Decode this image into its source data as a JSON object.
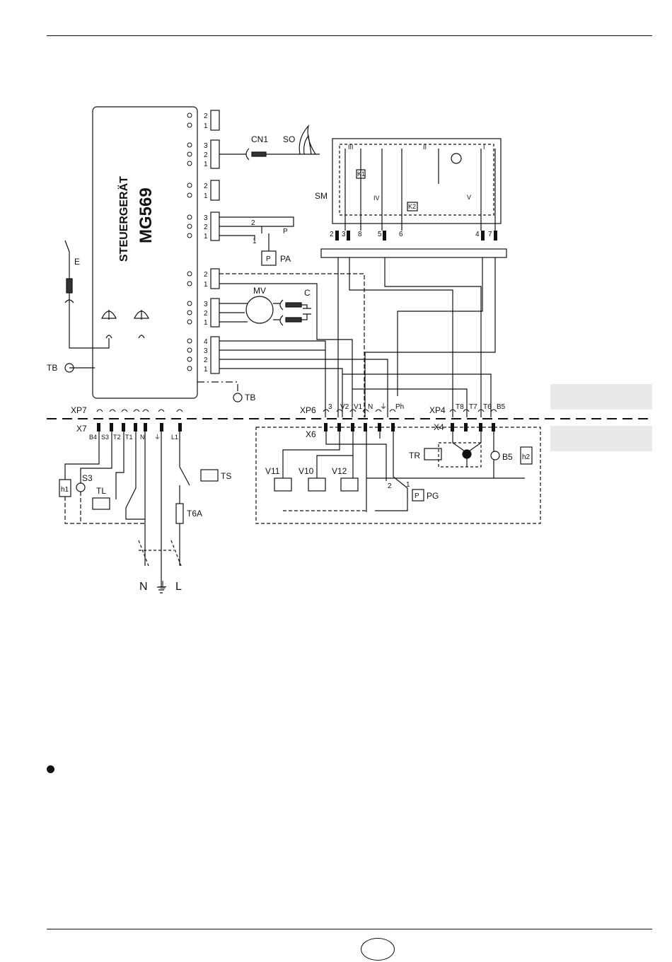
{
  "controller": {
    "title": "STEUERGERÄT",
    "model": "MG569"
  },
  "labels": {
    "cn1": "CN1",
    "so": "SO",
    "sm": "SM",
    "e": "E",
    "tb_left": "TB",
    "tb_mid": "TB",
    "mv": "MV",
    "c": "C",
    "pa": "PA",
    "p": "P",
    "k1": "K1",
    "k2": "K2",
    "iii": "III",
    "ii": "II",
    "i": "I",
    "iv": "IV",
    "v": "V",
    "xp7": "XP7",
    "x7": "X7",
    "xp6": "XP6",
    "x6": "X6",
    "xp4": "XP4",
    "x4": "X4",
    "s3": "S3",
    "tl": "TL",
    "h1": "h1",
    "h2": "h2",
    "ts": "TS",
    "t6a": "T6A",
    "v11": "V11",
    "v10": "V10",
    "v12": "V12",
    "pg": "PG",
    "tr": "TR",
    "b5": "B5",
    "sw_n": "N",
    "sw_earth": "⏚",
    "sw_l": "L",
    "x7_pins": [
      "B4",
      "S3",
      "T2",
      "T1",
      "N",
      "⏚",
      "L1"
    ],
    "xp6_pins": [
      "3",
      "V2",
      "V1",
      "N",
      "⏚",
      "Ph"
    ],
    "xp4_pins": [
      "T8",
      "T7",
      "T6",
      "B5"
    ],
    "sm_pins": [
      "2",
      "3",
      "8",
      "5",
      "6",
      "4",
      "7"
    ],
    "pa_pins": [
      "2",
      "1"
    ],
    "pg_pins": [
      "2",
      "1"
    ]
  },
  "terminals": {
    "t1": [
      "2",
      "1"
    ],
    "t2": [
      "3",
      "2",
      "1"
    ],
    "t3": [
      "2",
      "1"
    ],
    "t4": [
      "3",
      "2",
      "1"
    ],
    "t5": [
      "2",
      "1"
    ],
    "t6": [
      "3",
      "2",
      "1"
    ],
    "t7": [
      "4",
      "3",
      "2",
      "1"
    ]
  }
}
